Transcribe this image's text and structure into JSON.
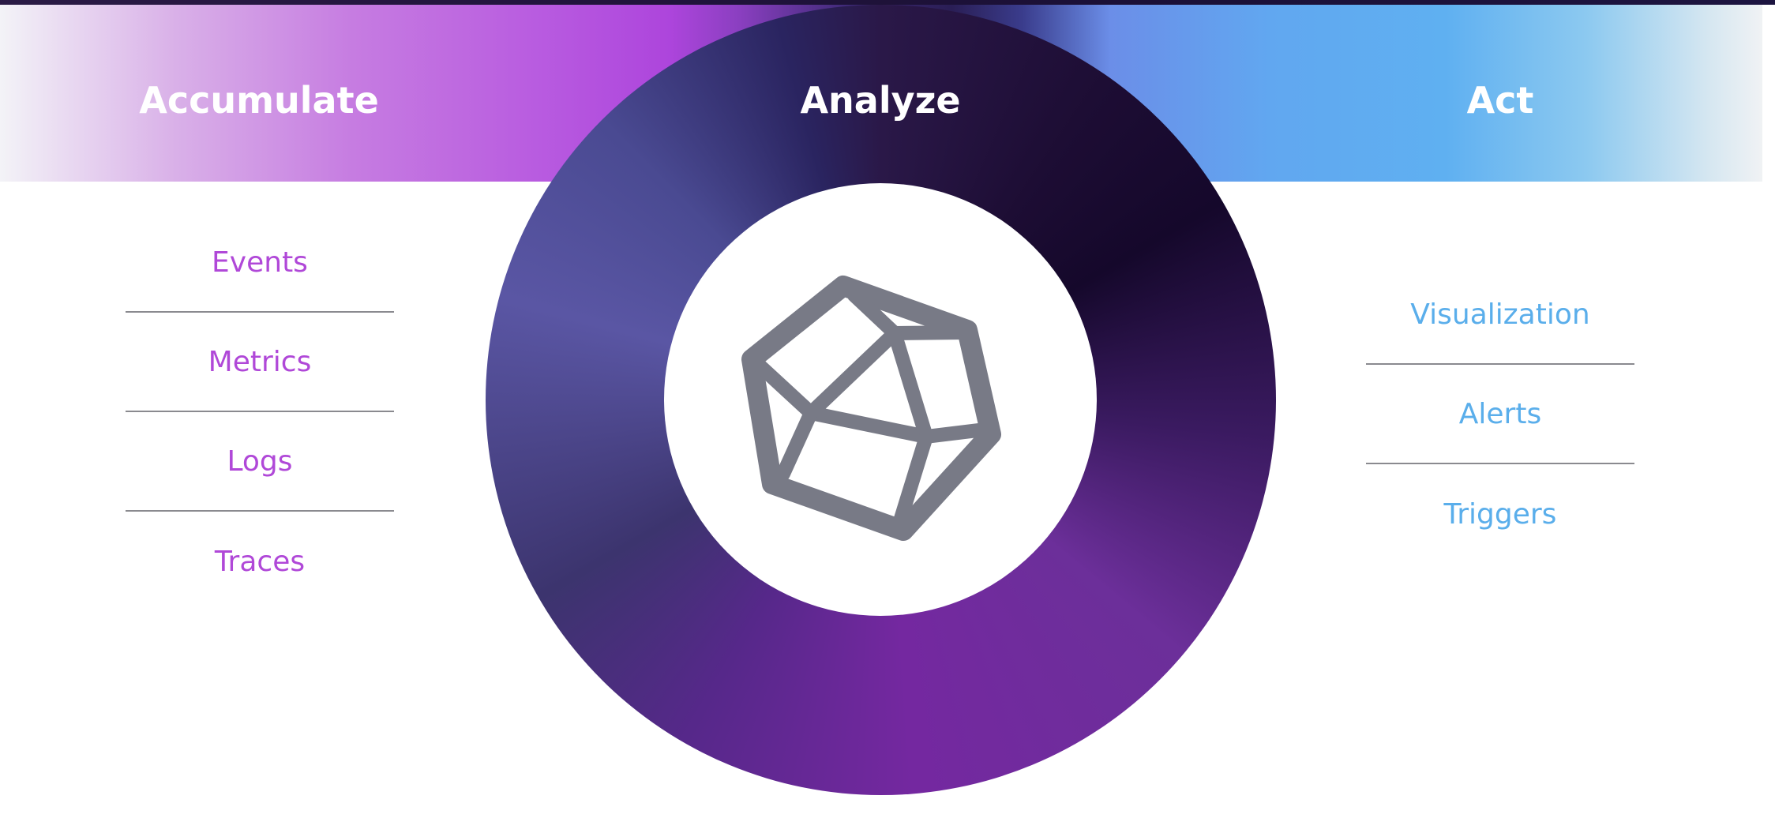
{
  "colors": {
    "accumulate": "#b048d8",
    "act": "#5aaeeb",
    "ring_dark": "#15082b",
    "ring_purple": "#7428a0",
    "logo_gray": "#787a86"
  },
  "headings": {
    "accumulate": "Accumulate",
    "analyze": "Analyze",
    "act": "Act"
  },
  "accumulate_items": [
    "Events",
    "Metrics",
    "Logs",
    "Traces"
  ],
  "act_items": [
    "Visualization",
    "Alerts",
    "Triggers"
  ],
  "center": {
    "icon": "polyhedron-icon"
  }
}
